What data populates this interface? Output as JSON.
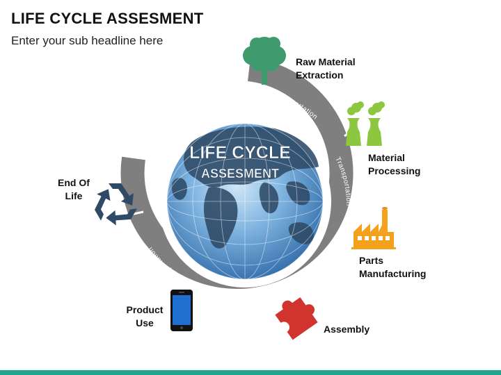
{
  "header": {
    "title": "LIFE CYCLE ASSESMENT",
    "subtitle": "Enter your sub headline here"
  },
  "globe": {
    "line1": "LIFE CYCLE",
    "line2": "ASSESMENT"
  },
  "ring_label": "Transportation",
  "stages": [
    {
      "lines": [
        "Raw Material",
        "Extraction"
      ],
      "icon": "tree-icon"
    },
    {
      "lines": [
        "Material",
        "Processing"
      ],
      "icon": "factory-chimneys-icon"
    },
    {
      "lines": [
        "Parts",
        "Manufacturing"
      ],
      "icon": "factory-icon"
    },
    {
      "lines": [
        "Assembly"
      ],
      "icon": "puzzle-piece-icon"
    },
    {
      "lines": [
        "Product",
        "Use"
      ],
      "icon": "smartphone-icon"
    },
    {
      "lines": [
        "End Of",
        "Life"
      ],
      "icon": "recycle-icon"
    }
  ],
  "colors": {
    "ring": "#7f7f7f",
    "globe_ocean": "#4a8cc9",
    "globe_land": "#2e4a66",
    "tree": "#3f9b6d",
    "chimneys": "#8dc63f",
    "factory": "#f4a21d",
    "puzzle": "#d1332e",
    "phone_screen": "#1f6fd1",
    "recycle": "#2f4a66",
    "accent_bar": "#22a58c"
  }
}
